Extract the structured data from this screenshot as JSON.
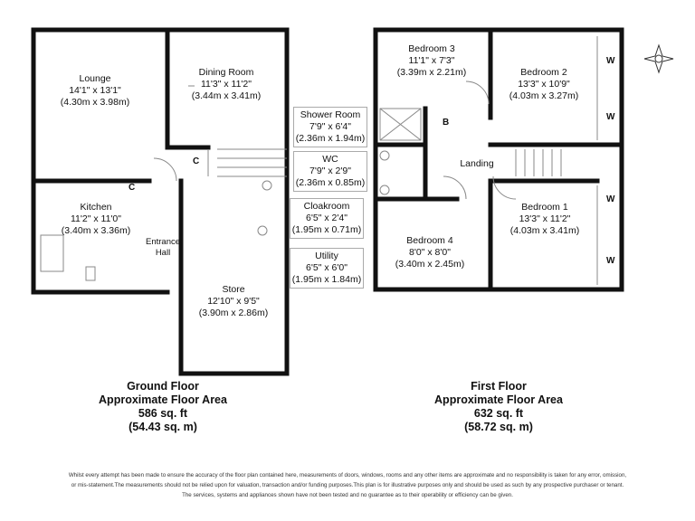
{
  "ground_floor": {
    "rooms": [
      {
        "name": "Lounge",
        "imperial": "14'1\" x 13'1\"",
        "metric": "(4.30m x 3.98m)"
      },
      {
        "name": "Dining Room",
        "imperial": "11'3\" x 11'2\"",
        "metric": "(3.44m x 3.41m)"
      },
      {
        "name": "Kitchen",
        "imperial": "11'2\" x 11'0\"",
        "metric": "(3.40m x 3.36m)"
      },
      {
        "name": "Store",
        "imperial": "12'10\" x 9'5\"",
        "metric": "(3.90m x 2.86m)"
      }
    ],
    "entrance_hall": [
      "Entrance",
      "Hall"
    ],
    "cupboard_label": "C",
    "title": "Ground Floor",
    "area_label": "Approximate Floor Area",
    "sqft": "586 sq. ft",
    "sqm": "(54.43 sq. m)"
  },
  "side_rooms": [
    {
      "name": "Shower Room",
      "imperial": "7'9\" x 6'4\"",
      "metric": "(2.36m x 1.94m)"
    },
    {
      "name": "WC",
      "imperial": "7'9\" x 2'9\"",
      "metric": "(2.36m x 0.85m)"
    },
    {
      "name": "Cloakroom",
      "imperial": "6'5\" x 2'4\"",
      "metric": "(1.95m x 0.71m)"
    },
    {
      "name": "Utility",
      "imperial": "6'5\" x 6'0\"",
      "metric": "(1.95m x 1.84m)"
    }
  ],
  "first_floor": {
    "rooms": [
      {
        "name": "Bedroom 3",
        "imperial": "11'1\" x 7'3\"",
        "metric": "(3.39m x 2.21m)"
      },
      {
        "name": "Bedroom 2",
        "imperial": "13'3\" x 10'9\"",
        "metric": "(4.03m x 3.27m)"
      },
      {
        "name": "Bedroom 1",
        "imperial": "13'3\" x 11'2\"",
        "metric": "(4.03m x 3.41m)"
      },
      {
        "name": "Bedroom 4",
        "imperial": "8'0\" x 8'0\"",
        "metric": "(3.40m x 2.45m)"
      }
    ],
    "landing": "Landing",
    "boiler_label": "B",
    "wardrobe_label": "W",
    "title": "First Floor",
    "area_label": "Approximate Floor Area",
    "sqft": "632 sq. ft",
    "sqm": "(58.72 sq. m)"
  },
  "disclaimer": [
    "Whilst every attempt has been made to ensure the accuracy of the floor plan contained here, measurements of doors, windows, rooms and any other items are approximate and no responsibility is taken for any error, omission,",
    "or mis-statement.The measurements should not be relied upon for valuation, transaction and/or funding purposes.This plan is for illustrative purposes only and should be used as such by any prospective purchaser or tenant.",
    "The services, systems and appliances shown have not been tested and no guarantee as to their operability or efficiency can be given."
  ]
}
